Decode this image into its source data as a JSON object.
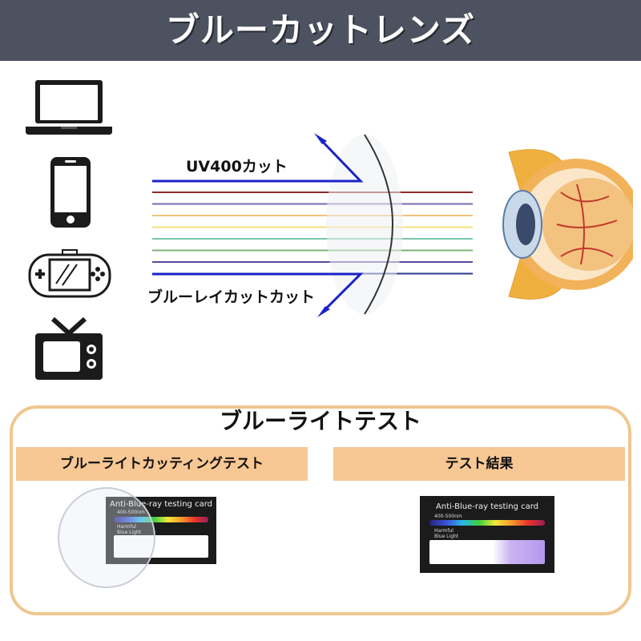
{
  "header": {
    "title": "ブルーカットレンズ"
  },
  "diagram": {
    "uv_label": "UV400カット",
    "blue_label": "ブルーレイカットカット",
    "ray_colors": [
      "#8a2b2b",
      "#7a6bb0",
      "#f1c27a",
      "#f3e07a",
      "#76c8a8",
      "#7fb07a",
      "#5a4aa0",
      "#2a3a8a"
    ],
    "arrow_color": "#1a22c8"
  },
  "devices": [
    "laptop-icon",
    "smartphone-icon",
    "game-console-icon",
    "tv-icon"
  ],
  "test_section": {
    "title": "ブルーライトテスト",
    "left_label": "ブルーライトカッティングテスト",
    "right_label": "テスト結果",
    "card_title": "Anti-Blue-ray testing card",
    "card_range": "400-500nm",
    "card_harmful": "Harmful",
    "card_blue_light": "Blue Light",
    "accent_color": "#f7c794"
  }
}
